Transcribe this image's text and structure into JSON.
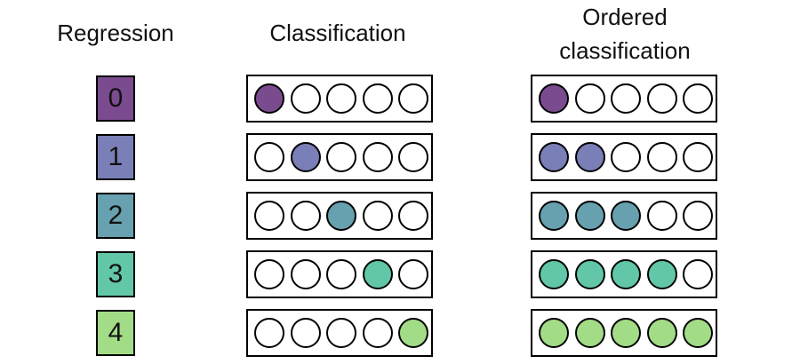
{
  "headers": {
    "regression": "Regression",
    "classification": "Classification",
    "ordered_line1": "Ordered",
    "ordered_line2": "classification"
  },
  "colors": [
    "#7b4b8f",
    "#7a7fb7",
    "#67a0ae",
    "#62c7a8",
    "#a3dc87"
  ],
  "rows": [
    {
      "label": "0"
    },
    {
      "label": "1"
    },
    {
      "label": "2"
    },
    {
      "label": "3"
    },
    {
      "label": "4"
    }
  ],
  "slots_per_row": 5
}
